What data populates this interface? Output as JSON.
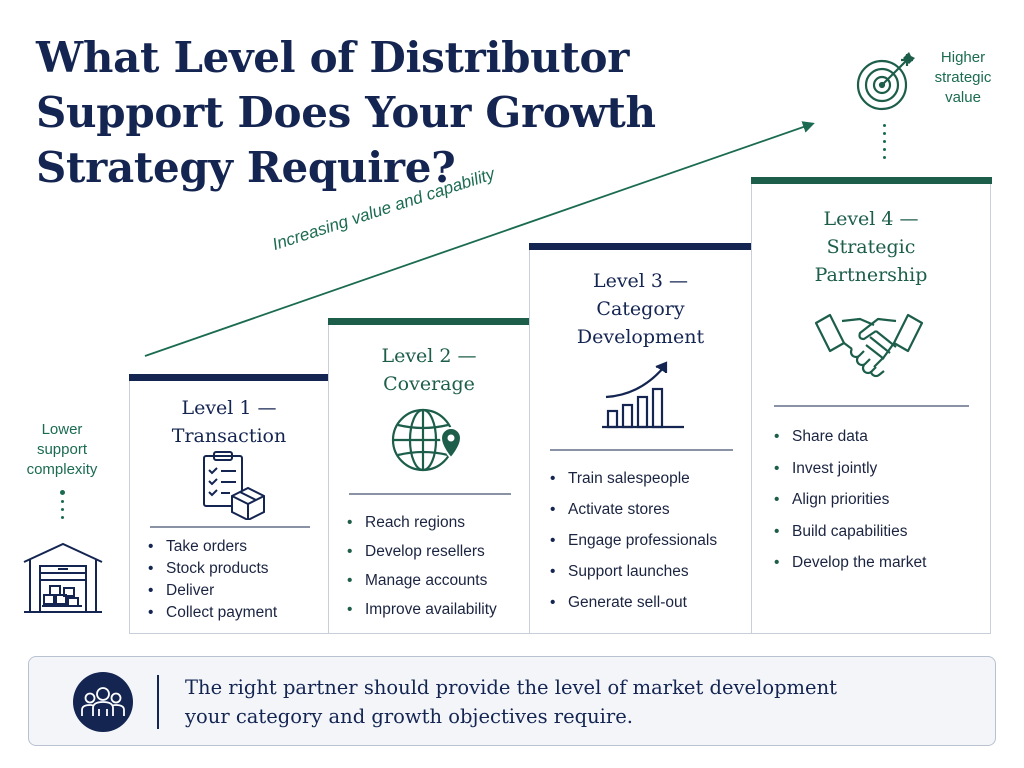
{
  "title": {
    "line1": "What Level of Distributor",
    "line2": "Support Does Your Growth",
    "line3": "Strategy Require?"
  },
  "arrow_label": "Increasing value and capability",
  "lower_label": {
    "line1": "Lower",
    "line2": "support",
    "line3": "complexity"
  },
  "higher_label": {
    "line1": "Higher",
    "line2": "strategic",
    "line3": "value"
  },
  "levels": [
    {
      "heading_line1": "Level 1 —",
      "heading_line2": "Transaction",
      "icon": "clipboard-checklist-box-icon",
      "items": [
        "Take orders",
        "Stock products",
        "Deliver",
        "Collect payment"
      ]
    },
    {
      "heading_line1": "Level 2 —",
      "heading_line2": "Coverage",
      "icon": "globe-location-pin-icon",
      "items": [
        "Reach regions",
        "Develop resellers",
        "Manage accounts",
        "Improve availability"
      ]
    },
    {
      "heading_line1": "Level 3 —",
      "heading_line2": "Category",
      "heading_line3": "Development",
      "icon": "bar-chart-growth-icon",
      "items": [
        "Train salespeople",
        "Activate stores",
        "Engage professionals",
        "Support launches",
        "Generate sell-out"
      ]
    },
    {
      "heading_line1": "Level 4 —",
      "heading_line2": "Strategic",
      "heading_line3": "Partnership",
      "icon": "handshake-icon",
      "items": [
        "Share data",
        "Invest jointly",
        "Align priorities",
        "Build capabilities",
        "Develop the market"
      ]
    }
  ],
  "banner": {
    "icon": "team-people-icon",
    "line1": "The right partner should provide the level of market development",
    "line2": "your category and growth objectives require."
  },
  "colors": {
    "navy": "#142552",
    "green": "#1d5e4b",
    "accent_green": "#1b6b52",
    "border": "#c9cfd8",
    "banner_bg": "#f3f5f9"
  }
}
